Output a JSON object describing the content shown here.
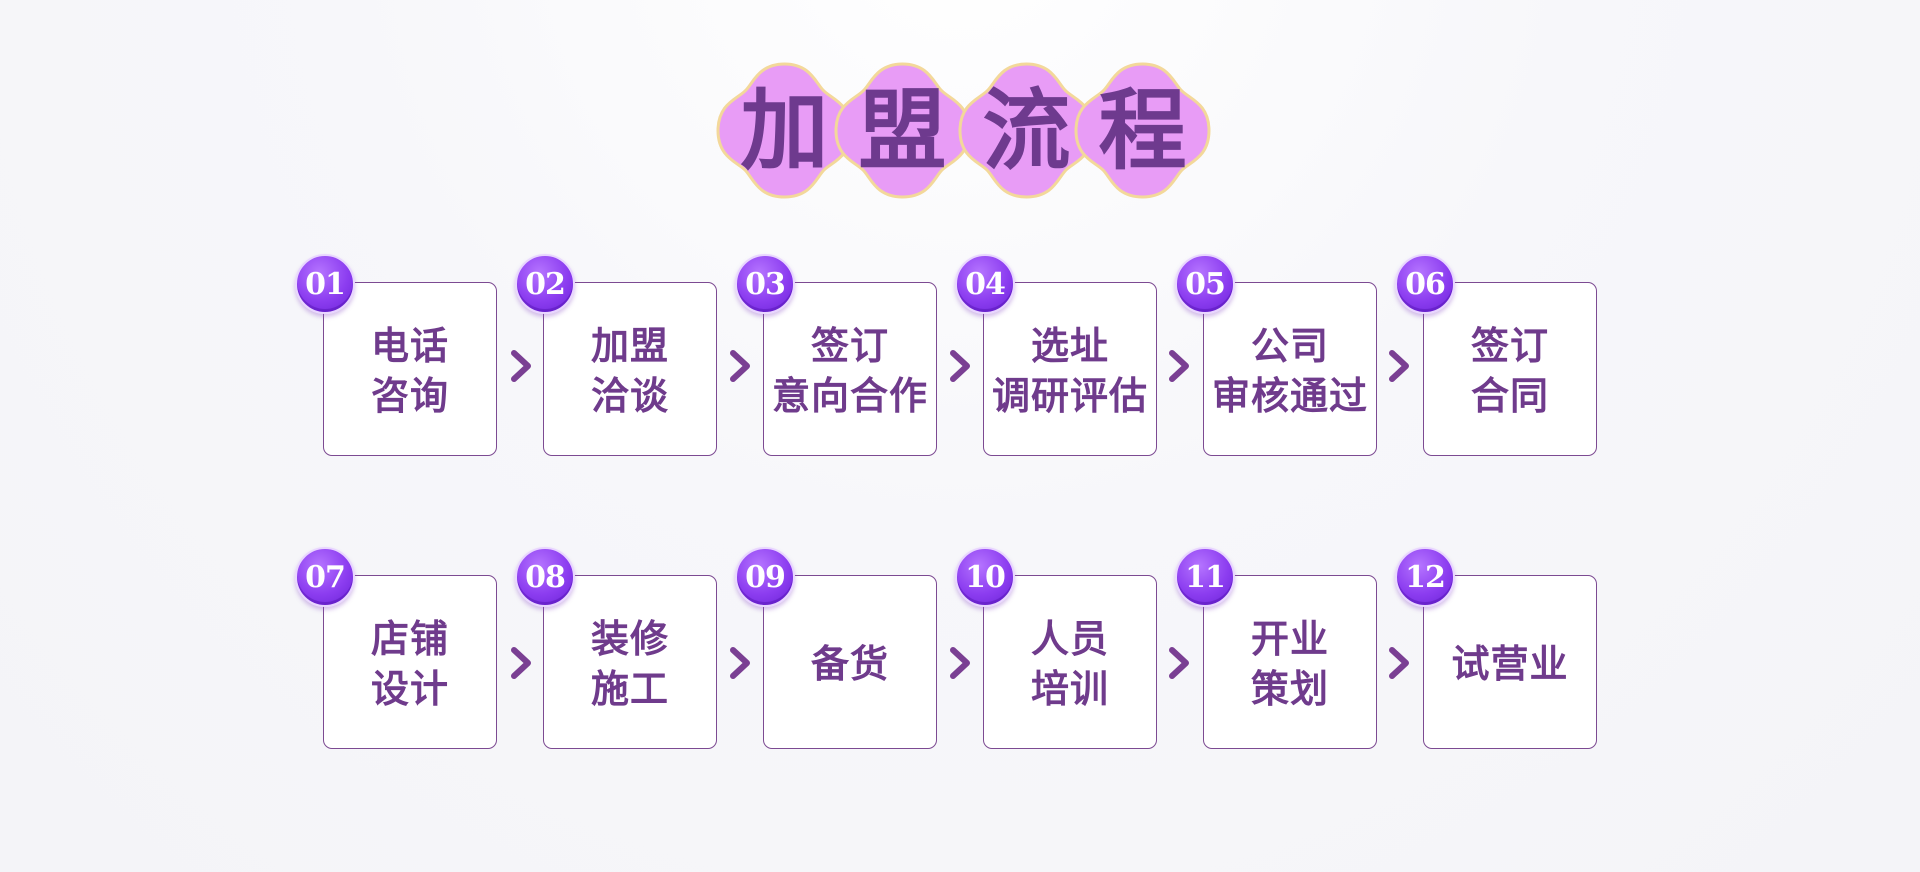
{
  "title": {
    "chars": [
      "加",
      "盟",
      "流",
      "程"
    ],
    "bubble_color": "#e89cf6",
    "bubble_border": "#f3d89a",
    "text_color": "#6e3a8e"
  },
  "steps": [
    {
      "number": "01",
      "label": "电话\n咨询"
    },
    {
      "number": "02",
      "label": "加盟\n洽谈"
    },
    {
      "number": "03",
      "label": "签订\n意向合作"
    },
    {
      "number": "04",
      "label": "选址\n调研评估"
    },
    {
      "number": "05",
      "label": "公司\n审核通过"
    },
    {
      "number": "06",
      "label": "签订\n合同"
    },
    {
      "number": "07",
      "label": "店铺\n设计"
    },
    {
      "number": "08",
      "label": "装修\n施工"
    },
    {
      "number": "09",
      "label": "备货"
    },
    {
      "number": "10",
      "label": "人员\n培训"
    },
    {
      "number": "11",
      "label": "开业\n策划"
    },
    {
      "number": "12",
      "label": "试营业"
    }
  ],
  "arrow_icon": "chevron-right-icon",
  "colors": {
    "card_border": "#7c4a92",
    "label_text": "#6f3b8c",
    "badge_top": "#b574ff",
    "badge_bottom": "#6a22d6",
    "arrow": "#7a3f93"
  }
}
